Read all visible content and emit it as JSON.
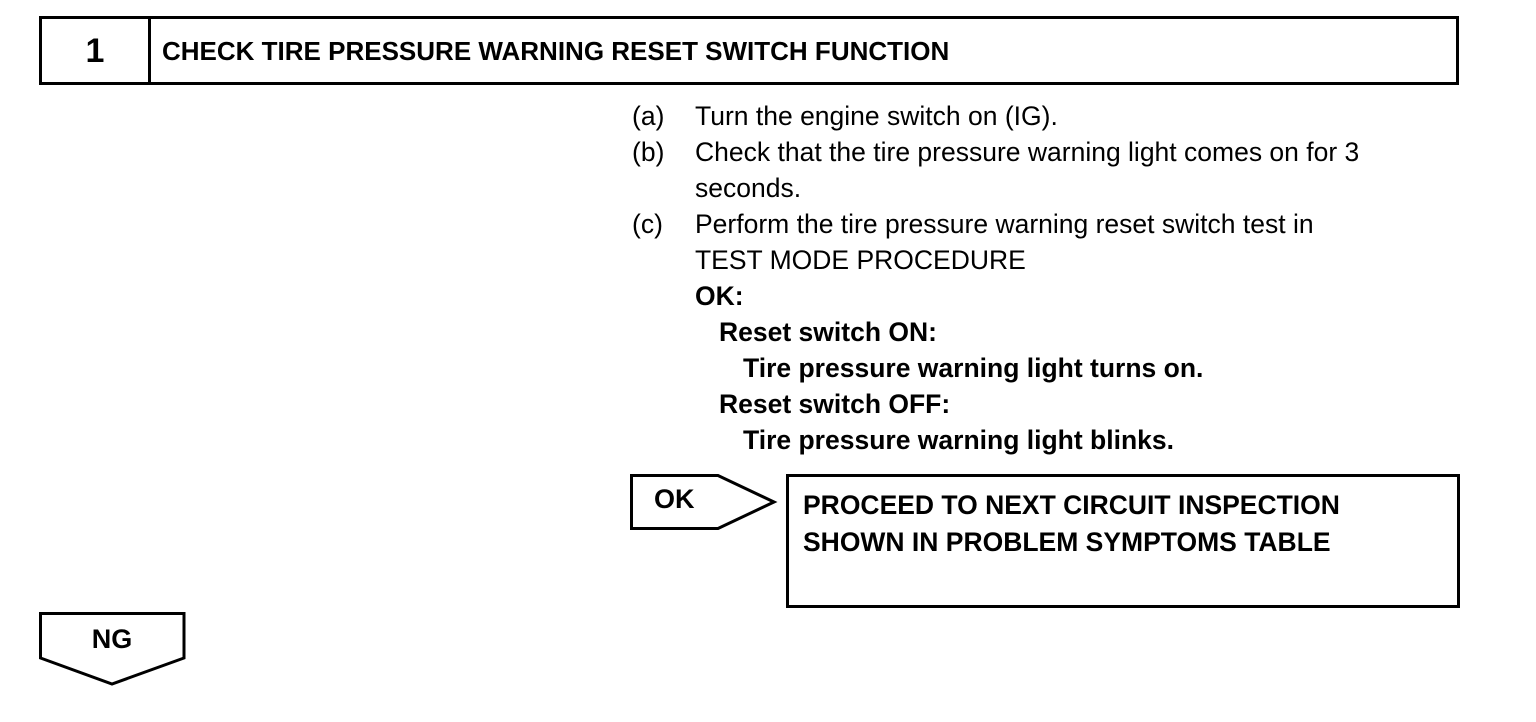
{
  "step": {
    "number": "1",
    "title": "CHECK TIRE PRESSURE WARNING RESET SWITCH FUNCTION"
  },
  "instructions": [
    {
      "letter": "(a)",
      "lines": [
        "Turn the engine switch on (IG)."
      ]
    },
    {
      "letter": "(b)",
      "lines": [
        "Check that the tire pressure warning light comes on for 3",
        "seconds."
      ]
    },
    {
      "letter": "(c)",
      "lines": [
        "Perform the tire pressure warning reset switch test in",
        "TEST MODE PROCEDURE"
      ]
    }
  ],
  "ok_criteria": {
    "heading": "OK:",
    "on_label": "Reset switch ON:",
    "on_result": "Tire pressure warning light turns on.",
    "off_label": "Reset switch OFF:",
    "off_result": "Tire pressure warning light blinks."
  },
  "ok_tag": {
    "label": "OK"
  },
  "result": {
    "lines": [
      "PROCEED TO NEXT CIRCUIT INSPECTION",
      "SHOWN IN PROBLEM SYMPTOMS TABLE"
    ]
  },
  "ng_tag": {
    "label": "NG"
  }
}
